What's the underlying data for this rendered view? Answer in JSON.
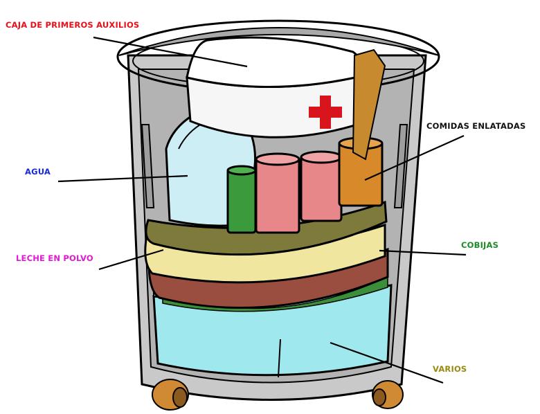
{
  "labels": {
    "caja_primeros_auxilios": {
      "text": "CAJA DE PRIMEROS AUXILIOS",
      "color": "#e8101a"
    },
    "comidas_enlatadas": {
      "text": "COMIDAS ENLATADAS",
      "color": "#111111"
    },
    "agua": {
      "text": "AGUA",
      "color": "#1a2ad8"
    },
    "leche_en_polvo": {
      "text": "LECHE EN POLVO",
      "color": "#e01ad0"
    },
    "cobijas": {
      "text": "COBIJAS",
      "color": "#1d8a2a"
    },
    "varios": {
      "text": "VARIOS",
      "color": "#9a8a10"
    }
  },
  "colors": {
    "bin": "#c9c9c9",
    "bin_dark": "#8c8c8c",
    "water": "#cdeef5",
    "cap": "#3a7de0",
    "first_aid_cross": "#d8141c",
    "can_pink": "#e7878a",
    "can_green": "#3b9a3b",
    "can_orange": "#d88a2a",
    "blanket_olive": "#7d7a3c",
    "blanket_yellow": "#f1e6a0",
    "blanket_brown": "#9a4e40",
    "box_cyan": "#9ee8ee",
    "wheels": "#d18a34"
  }
}
